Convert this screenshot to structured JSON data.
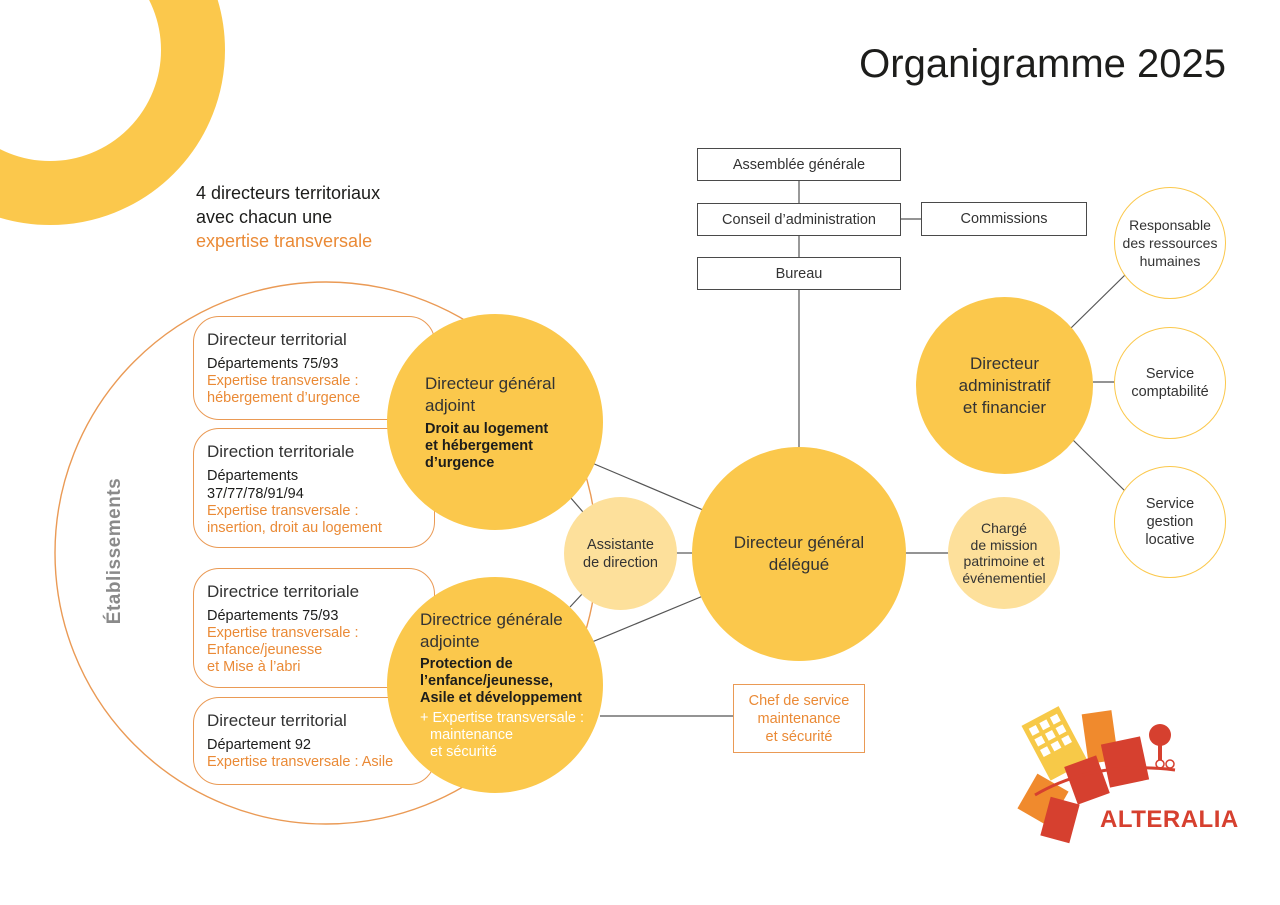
{
  "title": "Organigramme 2025",
  "intro": {
    "line1": "4 directeurs territoriaux",
    "line2": "avec chacun une",
    "line3": "expertise transversale"
  },
  "governance": {
    "assemblee": "Assemblée générale",
    "conseil": "Conseil d’administration",
    "commissions": "Commissions",
    "bureau": "Bureau"
  },
  "etablissements_label": "Établissements",
  "territories": [
    {
      "title": "Directeur territorial",
      "dept": "Départements 75/93",
      "expertise_l1": "Expertise transversale :",
      "expertise_l2": "hébergement d’urgence",
      "expertise_l3": ""
    },
    {
      "title": "Direction territoriale",
      "dept": "Départements",
      "dept2": "37/77/78/91/94",
      "expertise_l1": "Expertise transversale :",
      "expertise_l2": "insertion, droit au logement",
      "expertise_l3": ""
    },
    {
      "title": "Directrice territoriale",
      "dept": "Départements 75/93",
      "expertise_l1": "Expertise transversale :",
      "expertise_l2": "Enfance/jeunesse",
      "expertise_l3": "et Mise à l’abri"
    },
    {
      "title": "Directeur territorial",
      "dept": "Département 92",
      "expertise_l1": "Expertise transversale : Asile",
      "expertise_l2": "",
      "expertise_l3": ""
    }
  ],
  "dga1": {
    "l1": "Directeur général",
    "l2": "adjoint",
    "b1": "Droit au logement",
    "b2": "et hébergement",
    "b3": "d’urgence"
  },
  "dga2": {
    "l1": "Directrice générale",
    "l2": "adjointe",
    "b1": "Protection de",
    "b2": "l’enfance/jeunesse,",
    "b3": "Asile et développement",
    "e1": "+ Expertise transversale :",
    "e2": "maintenance",
    "e3": "et sécurité"
  },
  "assistante": {
    "l1": "Assistante",
    "l2": "de direction"
  },
  "dgd": {
    "l1": "Directeur général",
    "l2": "délégué"
  },
  "charge": {
    "l1": "Chargé",
    "l2": "de mission",
    "l3": "patrimoine et",
    "l4": "événementiel"
  },
  "chef": {
    "l1": "Chef de service",
    "l2": "maintenance",
    "l3": "et sécurité"
  },
  "daf": {
    "l1": "Directeur",
    "l2": "administratif",
    "l3": "et financier"
  },
  "services": [
    {
      "l1": "Responsable",
      "l2": "des ressources",
      "l3": "humaines"
    },
    {
      "l1": "Service",
      "l2": "comptabilité",
      "l3": ""
    },
    {
      "l1": "Service",
      "l2": "gestion",
      "l3": "locative"
    }
  ],
  "logo_text": "ALTERALIA",
  "colors": {
    "gold": "#fbc84c",
    "pale_gold": "#fde09b",
    "orange": "#ea8a36",
    "brand_red": "#d6402f"
  }
}
